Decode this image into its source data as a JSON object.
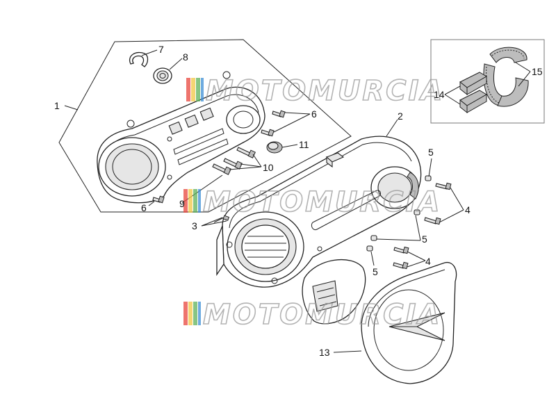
{
  "watermark": {
    "text": "MOTOMURCIA",
    "stripe_colors": [
      "#e8463c",
      "#f2c744",
      "#5fb25a",
      "#3d8fd6"
    ]
  },
  "callouts": {
    "c1": "1",
    "c2": "2",
    "c3": "3",
    "c4a": "4",
    "c4b": "4",
    "c5a": "5",
    "c5b": "5",
    "c5c": "5",
    "c6a": "6",
    "c6b": "6",
    "c7": "7",
    "c8": "8",
    "c9": "9",
    "c10": "10",
    "c11": "11",
    "c13": "13",
    "c14": "14",
    "c15": "15"
  }
}
